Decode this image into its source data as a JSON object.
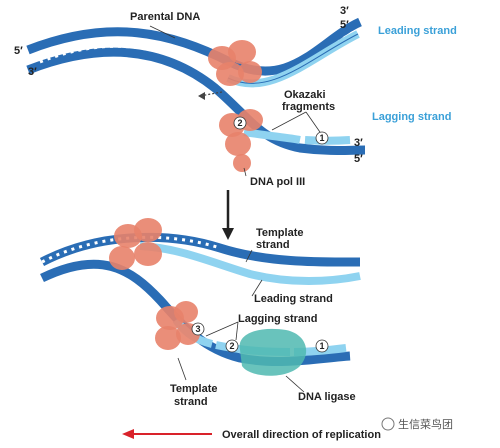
{
  "labels": {
    "parental_dna": "Parental DNA",
    "leading_strand_top": "Leading strand",
    "okazaki_fragments_1": "Okazaki",
    "okazaki_fragments_2": "fragments",
    "lagging_strand_top": "Lagging strand",
    "dna_pol_iii": "DNA pol III",
    "template_strand_upper_1": "Template",
    "template_strand_upper_2": "strand",
    "leading_strand_bottom": "Leading strand",
    "lagging_strand_bottom": "Lagging strand",
    "template_strand_lower_1": "Template",
    "template_strand_lower_2": "strand",
    "dna_ligase": "DNA ligase",
    "overall_direction": "Overall direction of replication"
  },
  "primes": {
    "top_right_3": "3′",
    "top_right_5": "5′",
    "left_5": "5′",
    "left_3": "3′",
    "lag_right_3": "3′",
    "lag_right_5": "5′"
  },
  "fragment_numbers": {
    "top_1": "1",
    "top_2": "2",
    "bot_1": "1",
    "bot_2": "2",
    "bot_3": "3"
  },
  "watermark": "生信菜鸟团",
  "colors": {
    "dna_dark": "#2a6db5",
    "dna_light": "#8fd3f0",
    "polymerase": "#e8826a",
    "ligase": "#4fb8b0",
    "arrow_red": "#d9222a",
    "label_blue": "#3aa0d8"
  }
}
